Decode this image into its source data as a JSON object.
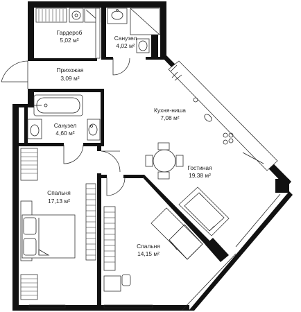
{
  "plan": {
    "rooms": [
      {
        "id": "wardrobe",
        "name": "Гардероб",
        "area": "5,02 м²"
      },
      {
        "id": "bath-top",
        "name": "Санузел",
        "area": "4,02 м²"
      },
      {
        "id": "hallway",
        "name": "Прихожая",
        "area": "3,09 м²"
      },
      {
        "id": "kitchen",
        "name": "Кухня-ниша",
        "area": "7,08 м²"
      },
      {
        "id": "bath-mid",
        "name": "Санузел",
        "area": "4,60 м²"
      },
      {
        "id": "living",
        "name": "Гостиная",
        "area": "19,38 м²"
      },
      {
        "id": "bedroom-left",
        "name": "Спальня",
        "area": "17,13 м²"
      },
      {
        "id": "bedroom-right",
        "name": "Спальня",
        "area": "14,15 м²"
      }
    ],
    "colors": {
      "wall": "#111111",
      "line": "#333333",
      "background": "#ffffff"
    }
  }
}
